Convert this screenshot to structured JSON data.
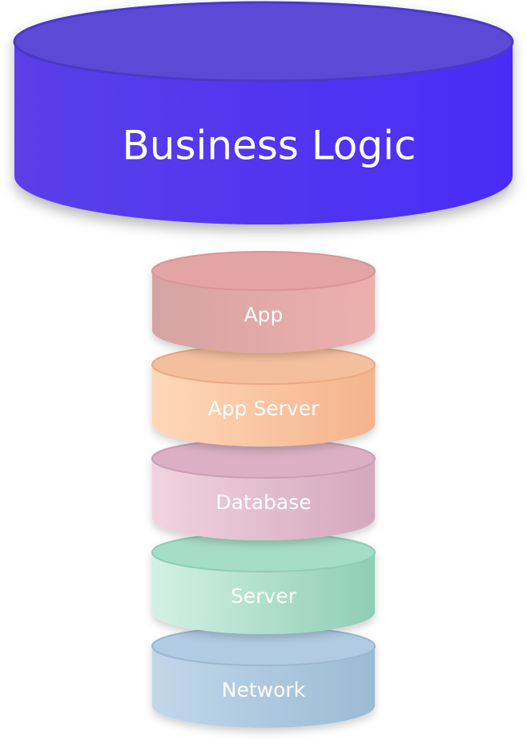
{
  "diagram": {
    "top": {
      "label": "Business Logic",
      "colors": {
        "side_left": "#5b3fe8",
        "side_right": "#4a2cf7",
        "top_face": "#5d48d6",
        "rim": "#4c37c9"
      }
    },
    "layers": [
      {
        "label": "App",
        "colors": {
          "side_left": "#d6a3a3",
          "side_right": "#ecb0ae",
          "top_face": "#e3a4a6",
          "rim": "#d99597"
        }
      },
      {
        "label": "App Server",
        "colors": {
          "side_left": "#ffd8b8",
          "side_right": "#f4b38c",
          "top_face": "#f4bf9c",
          "rim": "#e9aa84"
        }
      },
      {
        "label": "Database",
        "colors": {
          "side_left": "#f1d3df",
          "side_right": "#d4a8bd",
          "top_face": "#dbb0c4",
          "rim": "#cb9db3"
        }
      },
      {
        "label": "Server",
        "colors": {
          "side_left": "#d3f1e6",
          "side_right": "#8fcdb6",
          "top_face": "#a6ddc8",
          "rim": "#8dcdb5"
        }
      },
      {
        "label": "Network",
        "colors": {
          "side_left": "#c1d7ea",
          "side_right": "#9bbbd4",
          "top_face": "#b0cbe2",
          "rim": "#9ab8d2"
        }
      }
    ]
  }
}
